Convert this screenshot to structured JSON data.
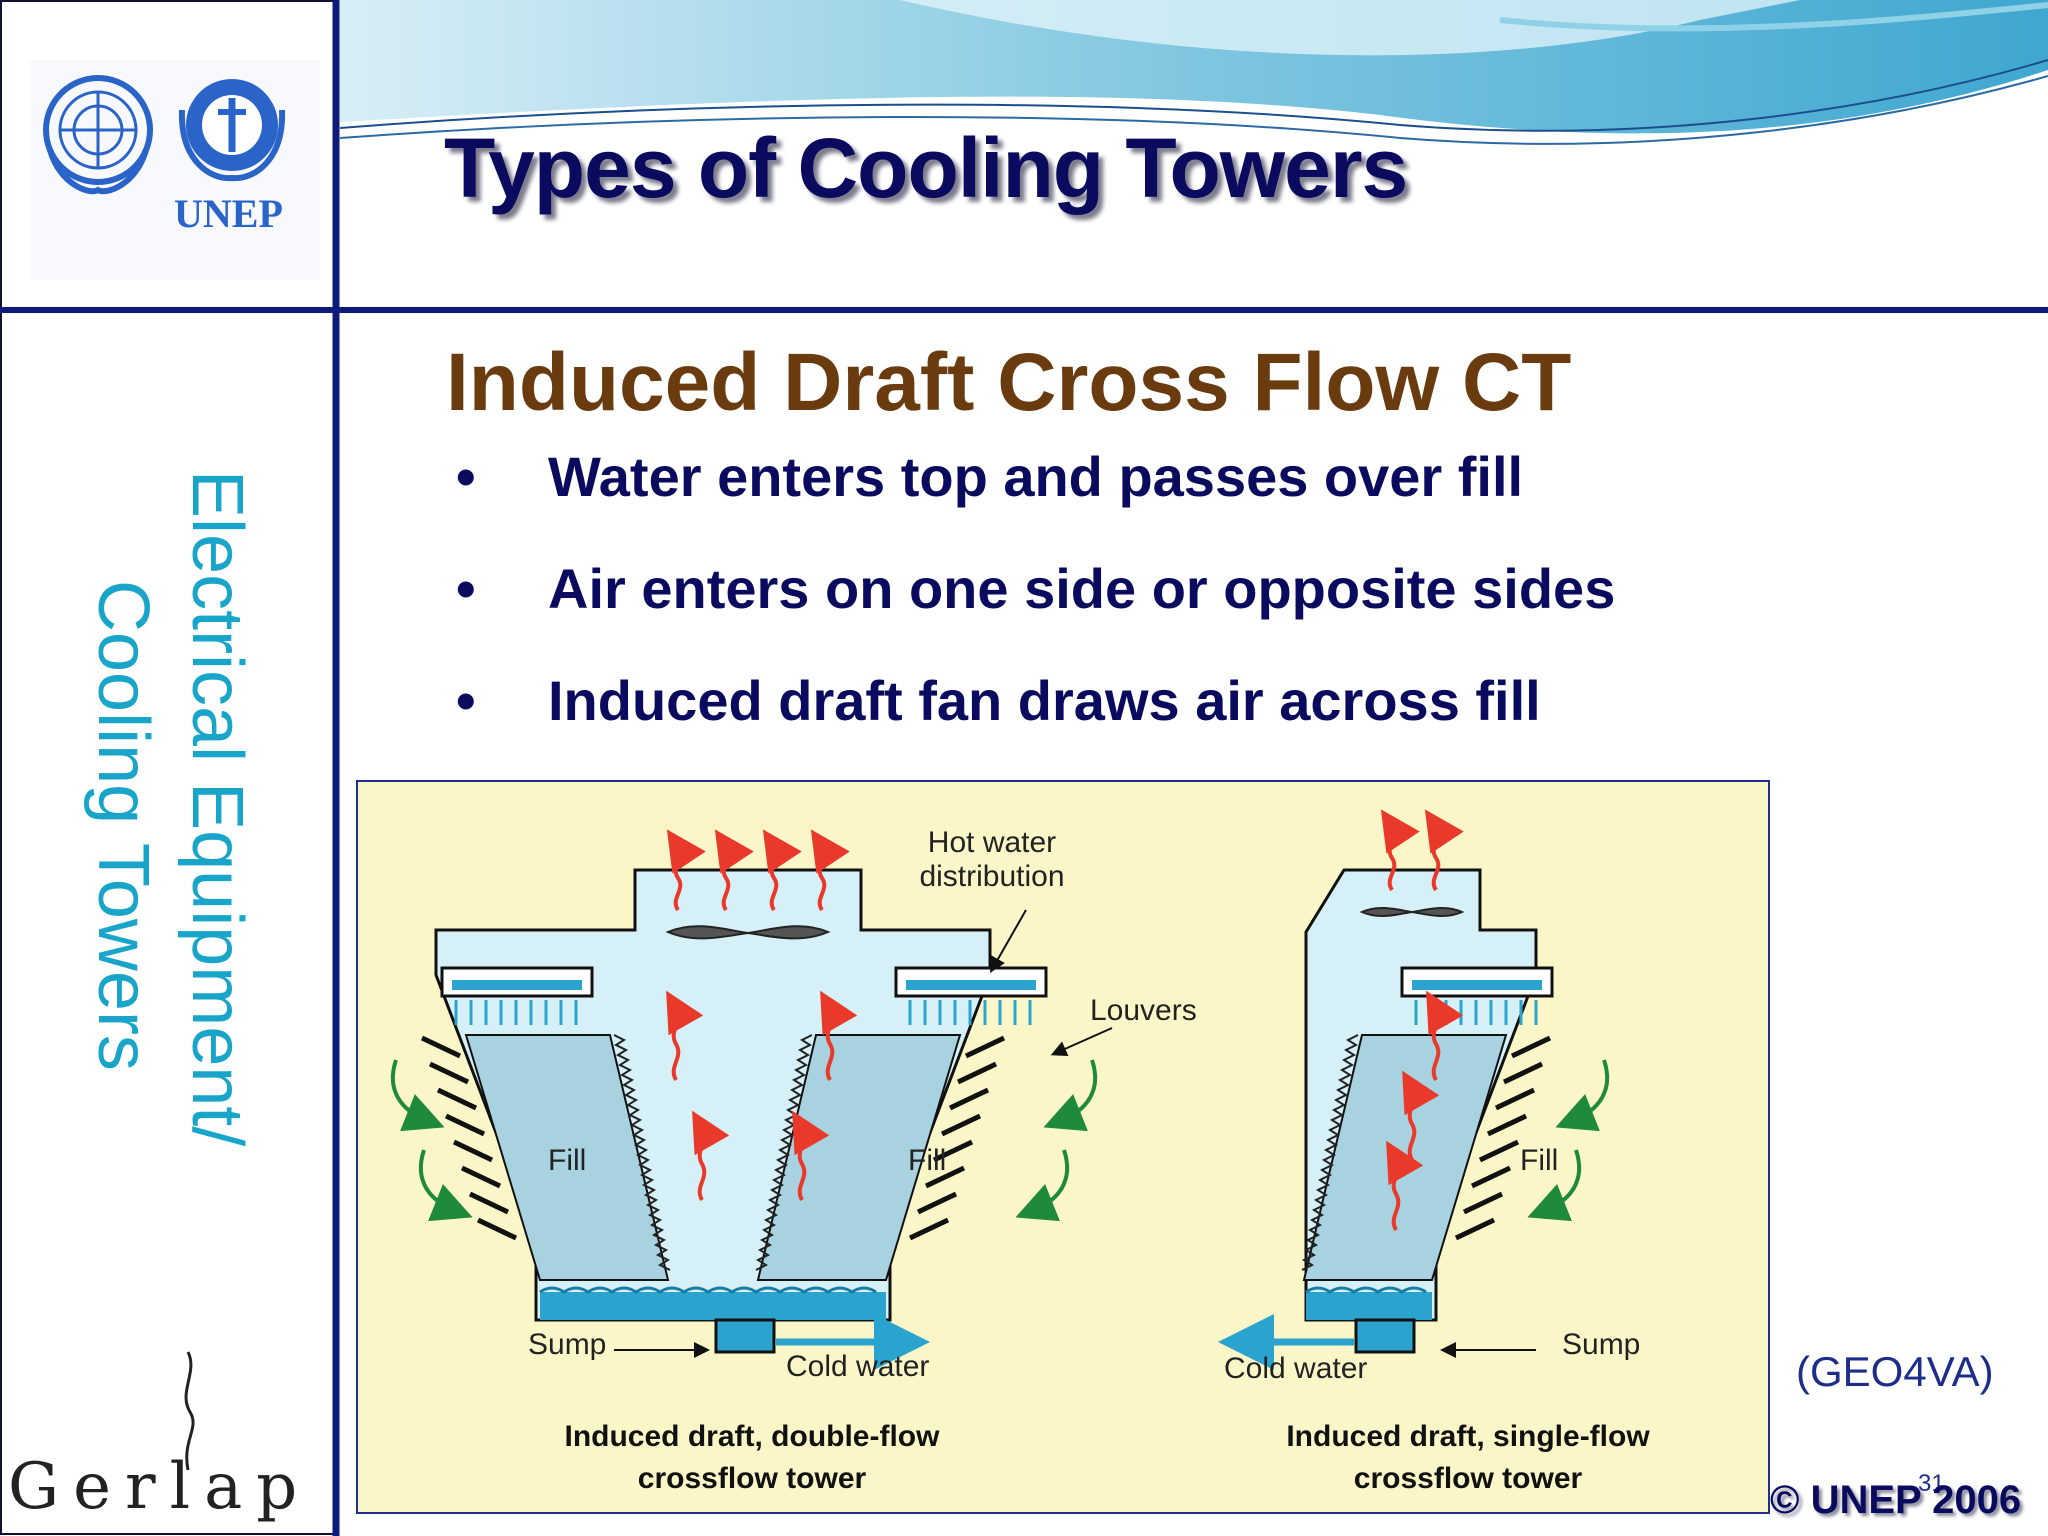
{
  "header": {
    "title": "Types of Cooling Towers",
    "logo_text": "UNEP"
  },
  "sidebar": {
    "line1": "Electrical Equipment/",
    "line2": "Cooling Towers",
    "bottom_logo": "Gerlap"
  },
  "content": {
    "subtitle": "Induced Draft Cross Flow CT",
    "bullets": [
      "Water enters top and passes over fill",
      "Air enters on one side or opposite sides",
      "Induced draft fan draws air across fill"
    ]
  },
  "diagram": {
    "labels": {
      "hot_water": [
        "Hot water",
        "distribution"
      ],
      "louvers": "Louvers",
      "fill": "Fill",
      "sump": "Sump",
      "cold_water": "Cold water"
    },
    "captions": {
      "double_flow": [
        "Induced draft, double-flow",
        "crossflow tower"
      ],
      "single_flow": [
        "Induced draft, single-flow",
        "crossflow tower"
      ]
    },
    "colors": {
      "background": "#fbf6c8",
      "air_fill": "#d6f0f8",
      "fill_block": "#a8d2e0",
      "water": "#2aa3cf",
      "hot_air_arrow": "#e8392b",
      "cool_air_arrow": "#1e8a3a",
      "frame_border": "#1f2f8c"
    }
  },
  "footer": {
    "source": "(GEO4VA)",
    "copyright": "© UNEP 2006",
    "page_number": "31"
  }
}
